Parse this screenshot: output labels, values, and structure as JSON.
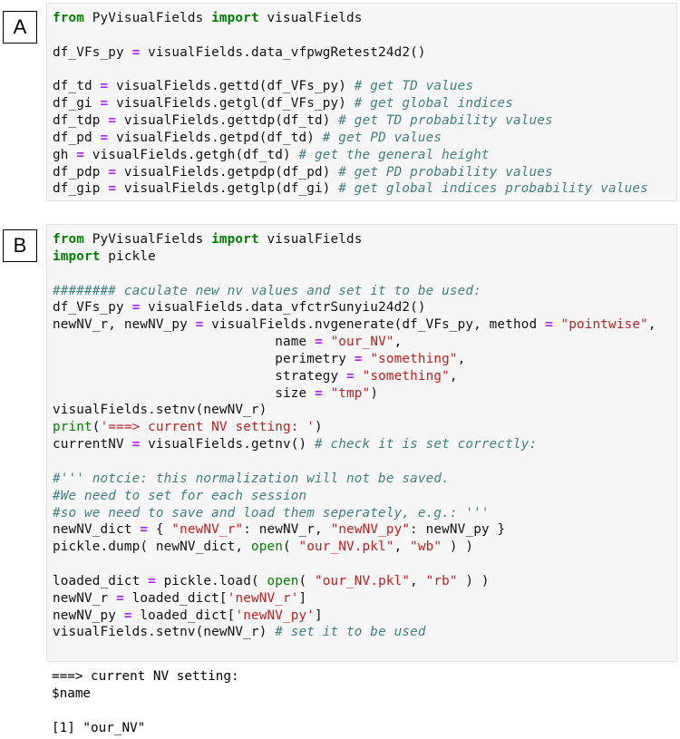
{
  "panels": {
    "a": {
      "label": "A",
      "lines": [
        [
          [
            "kw",
            "from"
          ],
          [
            "pl",
            " PyVisualFields "
          ],
          [
            "kw",
            "import"
          ],
          [
            "pl",
            " visualFields"
          ]
        ],
        [],
        [
          [
            "pl",
            "df_VFs_py "
          ],
          [
            "op",
            "="
          ],
          [
            "pl",
            " visualFields.data_vfpwgRetest24d2()"
          ]
        ],
        [],
        [
          [
            "pl",
            "df_td "
          ],
          [
            "op",
            "="
          ],
          [
            "pl",
            " visualFields.gettd(df_VFs_py) "
          ],
          [
            "cm",
            "# get TD values"
          ]
        ],
        [
          [
            "pl",
            "df_gi "
          ],
          [
            "op",
            "="
          ],
          [
            "pl",
            " visualFields.getgl(df_VFs_py) "
          ],
          [
            "cm",
            "# get global indices"
          ]
        ],
        [
          [
            "pl",
            "df_tdp "
          ],
          [
            "op",
            "="
          ],
          [
            "pl",
            " visualFields.gettdp(df_td) "
          ],
          [
            "cm",
            "# get TD probability values"
          ]
        ],
        [
          [
            "pl",
            "df_pd "
          ],
          [
            "op",
            "="
          ],
          [
            "pl",
            " visualFields.getpd(df_td) "
          ],
          [
            "cm",
            "# get PD values"
          ]
        ],
        [
          [
            "pl",
            "gh "
          ],
          [
            "op",
            "="
          ],
          [
            "pl",
            " visualFields.getgh(df_td) "
          ],
          [
            "cm",
            "# get the general height"
          ]
        ],
        [
          [
            "pl",
            "df_pdp "
          ],
          [
            "op",
            "="
          ],
          [
            "pl",
            " visualFields.getpdp(df_pd) "
          ],
          [
            "cm",
            "# get PD probability values"
          ]
        ],
        [
          [
            "pl",
            "df_gip "
          ],
          [
            "op",
            "="
          ],
          [
            "pl",
            " visualFields.getglp(df_gi) "
          ],
          [
            "cm",
            "# get global indices probability values"
          ]
        ]
      ]
    },
    "b": {
      "label": "B",
      "lines": [
        [
          [
            "kw",
            "from"
          ],
          [
            "pl",
            " PyVisualFields "
          ],
          [
            "kw",
            "import"
          ],
          [
            "pl",
            " visualFields"
          ]
        ],
        [
          [
            "kw",
            "import"
          ],
          [
            "pl",
            " pickle"
          ]
        ],
        [],
        [
          [
            "cm",
            "######## caculate new nv values and set it to be used:"
          ]
        ],
        [
          [
            "pl",
            "df_VFs_py "
          ],
          [
            "op",
            "="
          ],
          [
            "pl",
            " visualFields.data_vfctrSunyiu24d2()"
          ]
        ],
        [
          [
            "pl",
            "newNV_r, newNV_py "
          ],
          [
            "op",
            "="
          ],
          [
            "pl",
            " visualFields.nvgenerate(df_VFs_py, method "
          ],
          [
            "op",
            "="
          ],
          [
            "pl",
            " "
          ],
          [
            "st",
            "\"pointwise\""
          ],
          [
            "pl",
            ","
          ]
        ],
        [
          [
            "pl",
            "                            name "
          ],
          [
            "op",
            "="
          ],
          [
            "pl",
            " "
          ],
          [
            "st",
            "\"our_NV\""
          ],
          [
            "pl",
            ","
          ]
        ],
        [
          [
            "pl",
            "                            perimetry "
          ],
          [
            "op",
            "="
          ],
          [
            "pl",
            " "
          ],
          [
            "st",
            "\"something\""
          ],
          [
            "pl",
            ","
          ]
        ],
        [
          [
            "pl",
            "                            strategy "
          ],
          [
            "op",
            "="
          ],
          [
            "pl",
            " "
          ],
          [
            "st",
            "\"something\""
          ],
          [
            "pl",
            ","
          ]
        ],
        [
          [
            "pl",
            "                            size "
          ],
          [
            "op",
            "="
          ],
          [
            "pl",
            " "
          ],
          [
            "st",
            "\"tmp\""
          ],
          [
            "pl",
            ")"
          ]
        ],
        [
          [
            "pl",
            "visualFields.setnv(newNV_r)"
          ]
        ],
        [
          [
            "bi",
            "print"
          ],
          [
            "pl",
            "("
          ],
          [
            "st",
            "'===> current NV setting: '"
          ],
          [
            "pl",
            ")"
          ]
        ],
        [
          [
            "pl",
            "currentNV "
          ],
          [
            "op",
            "="
          ],
          [
            "pl",
            " visualFields.getnv() "
          ],
          [
            "cm",
            "# check it is set correctly:"
          ]
        ],
        [],
        [
          [
            "cm",
            "#''' notcie: this normalization will not be saved."
          ]
        ],
        [
          [
            "cm",
            "#We need to set for each session"
          ]
        ],
        [
          [
            "cm",
            "#so we need to save and load them seperately, e.g.: '''"
          ]
        ],
        [
          [
            "pl",
            "newNV_dict "
          ],
          [
            "op",
            "="
          ],
          [
            "pl",
            " { "
          ],
          [
            "st",
            "\"newNV_r\""
          ],
          [
            "pl",
            ": newNV_r, "
          ],
          [
            "st",
            "\"newNV_py\""
          ],
          [
            "pl",
            ": newNV_py }"
          ]
        ],
        [
          [
            "pl",
            "pickle.dump( newNV_dict, "
          ],
          [
            "bi",
            "open"
          ],
          [
            "pl",
            "( "
          ],
          [
            "st",
            "\"our_NV.pkl\""
          ],
          [
            "pl",
            ", "
          ],
          [
            "st",
            "\"wb\""
          ],
          [
            "pl",
            " ) )"
          ]
        ],
        [],
        [
          [
            "pl",
            "loaded_dict "
          ],
          [
            "op",
            "="
          ],
          [
            "pl",
            " pickle.load( "
          ],
          [
            "bi",
            "open"
          ],
          [
            "pl",
            "( "
          ],
          [
            "st",
            "\"our_NV.pkl\""
          ],
          [
            "pl",
            ", "
          ],
          [
            "st",
            "\"rb\""
          ],
          [
            "pl",
            " ) )"
          ]
        ],
        [
          [
            "pl",
            "newNV_r "
          ],
          [
            "op",
            "="
          ],
          [
            "pl",
            " loaded_dict["
          ],
          [
            "st",
            "'newNV_r'"
          ],
          [
            "pl",
            "]"
          ]
        ],
        [
          [
            "pl",
            "newNV_py "
          ],
          [
            "op",
            "="
          ],
          [
            "pl",
            " loaded_dict["
          ],
          [
            "st",
            "'newNV_py'"
          ],
          [
            "pl",
            "]"
          ]
        ],
        [
          [
            "pl",
            "visualFields.setnv(newNV_r) "
          ],
          [
            "cm",
            "# set it to be used"
          ]
        ]
      ],
      "output": [
        "===> current NV setting: ",
        "$name",
        "",
        "[1] \"our_NV\""
      ]
    }
  }
}
